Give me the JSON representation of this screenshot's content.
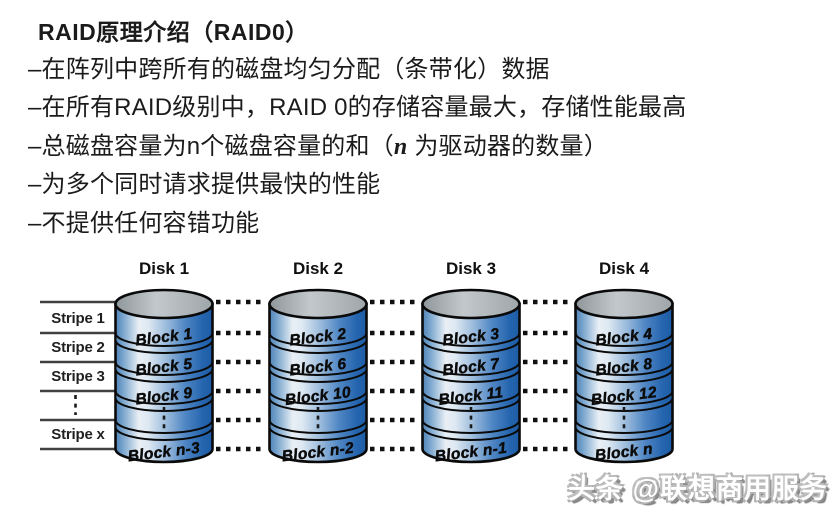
{
  "title": "RAID原理介绍（RAID0）",
  "bullets": [
    {
      "pre": "–在阵列中跨所有的磁盘均匀分配（条带化）数据",
      "italic": "",
      "post": ""
    },
    {
      "pre": "–在所有RAID级别中，RAID 0的存储容量最大，存储性能最高",
      "italic": "",
      "post": ""
    },
    {
      "pre": "–总磁盘容量为n个磁盘容量的和（",
      "italic": "n",
      "post": " 为驱动器的数量）"
    },
    {
      "pre": "–为多个同时请求提供最快的性能",
      "italic": "",
      "post": ""
    },
    {
      "pre": "–不提供任何容错功能",
      "italic": "",
      "post": ""
    }
  ],
  "diagram": {
    "stripes": {
      "labels": [
        "Stripe 1",
        "Stripe 2",
        "Stripe 3",
        "Stripe x"
      ]
    },
    "disks": [
      {
        "label": "Disk 1",
        "blocks": [
          "Block 1",
          "Block 5",
          "Block 9",
          "Block n-3"
        ]
      },
      {
        "label": "Disk 2",
        "blocks": [
          "Block 2",
          "Block 6",
          "Block 10",
          "Block n-2"
        ]
      },
      {
        "label": "Disk 3",
        "blocks": [
          "Block 3",
          "Block 7",
          "Block 11",
          "Block n-1"
        ]
      },
      {
        "label": "Disk 4",
        "blocks": [
          "Block 4",
          "Block 8",
          "Block 12",
          "Block n"
        ]
      }
    ],
    "colors": {
      "cylinder_blue_deep": "#1d5ca6",
      "cylinder_blue_mid": "#4f83b8",
      "cylinder_highlight": "#e9eff5",
      "cap_gray": "#c2c8cb",
      "outline": "#0a0a0a"
    }
  },
  "watermark": {
    "text": "头条 @联想商用服务"
  }
}
